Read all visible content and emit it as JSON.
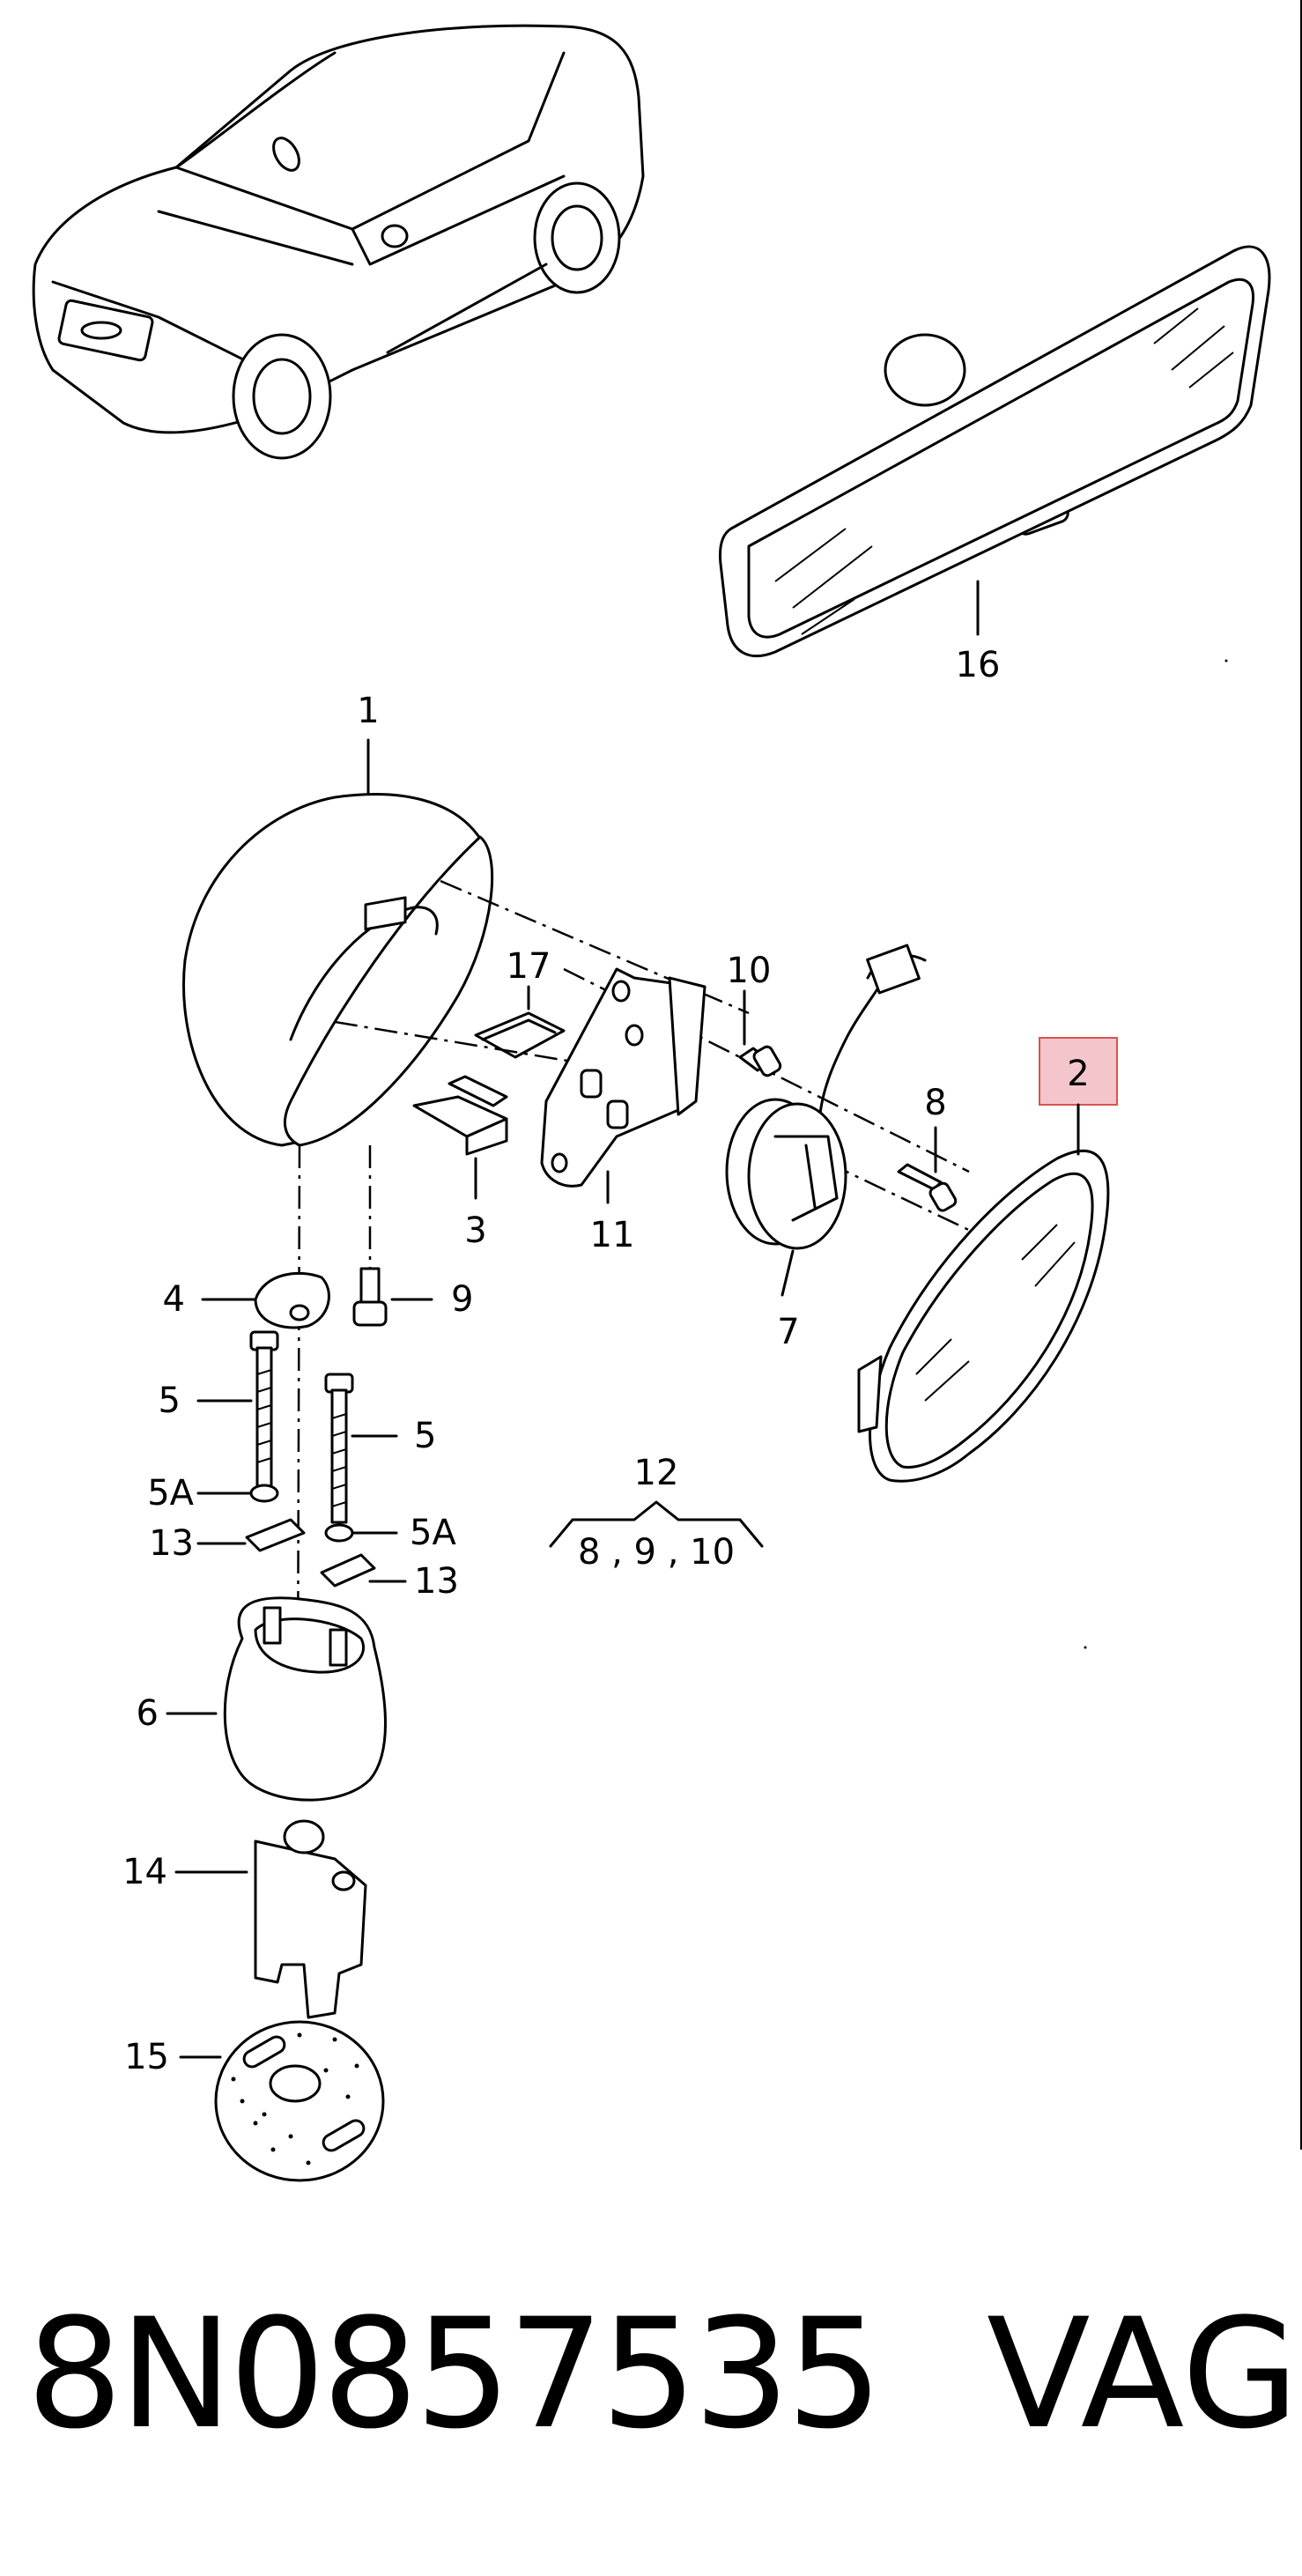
{
  "callouts": {
    "c1": "1",
    "c2": "2",
    "c3": "3",
    "c4": "4",
    "c5a": "5",
    "c5b": "5",
    "c5Aa": "5A",
    "c5Ab": "5A",
    "c6": "6",
    "c7": "7",
    "c8": "8",
    "c9a": "9",
    "c10": "10",
    "c11": "11",
    "c12": "12",
    "c12_members": "8 , 9 , 10",
    "c13a": "13",
    "c13b": "13",
    "c14": "14",
    "c15": "15",
    "c16": "16",
    "c17": "17"
  },
  "highlight_color": "#f4c6cc",
  "highlight_border": "#d9534f",
  "footer": {
    "part_number": "8N0857535",
    "brand": "VAG"
  },
  "icons": [
    "car-illustration",
    "interior-mirror",
    "exterior-mirror-housing",
    "mirror-glass"
  ]
}
